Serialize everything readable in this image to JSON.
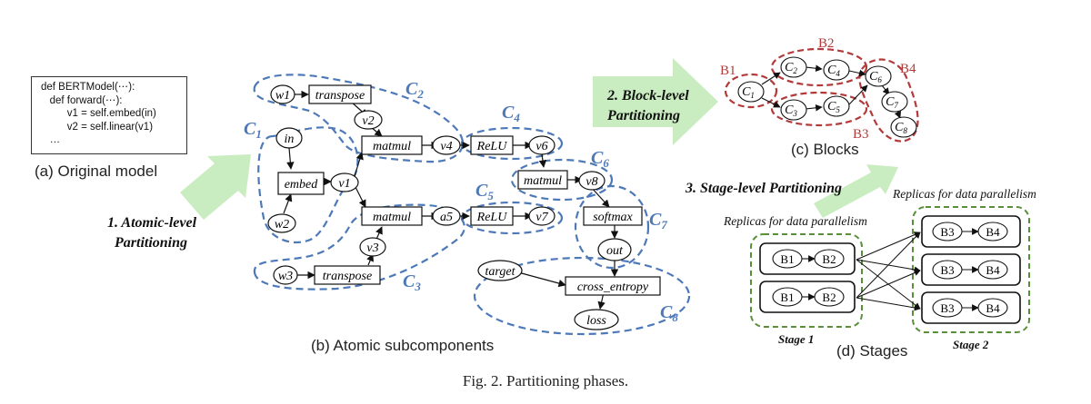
{
  "code": {
    "lines": [
      "def BERTModel(⋯):",
      "   def forward(⋯):",
      "         v1 = self.embed(in)",
      "         v2 = self.linear(v1)",
      "   …"
    ]
  },
  "labels": {
    "a": "(a) Original model",
    "b": "(b) Atomic subcomponents",
    "c": "(c) Blocks",
    "d": "(d) Stages"
  },
  "phases": {
    "p1_line1": "1. Atomic-level",
    "p1_line2": "Partitioning",
    "p2_line1": "2. Block-level",
    "p2_line2": "Partitioning",
    "p3": "3. Stage-level Partitioning"
  },
  "atomic": {
    "in": "in",
    "embed": "embed",
    "v1": "v1",
    "w2": "w2",
    "w1": "w1",
    "transpose1": "transpose",
    "v2": "v2",
    "matmul1": "matmul",
    "v4": "v4",
    "relu1": "ReLU",
    "v6": "v6",
    "matmul2": "matmul",
    "v8": "v8",
    "matmul3": "matmul",
    "a5": "a5",
    "relu2": "ReLU",
    "v7": "v7",
    "v3": "v3",
    "w3": "w3",
    "transpose2": "transpose",
    "softmax": "softmax",
    "out": "out",
    "target": "target",
    "cross_entropy": "cross_entropy",
    "loss": "loss"
  },
  "clusters": {
    "c1": "C",
    "c1_sub": "1",
    "c2": "C",
    "c2_sub": "2",
    "c3": "C",
    "c3_sub": "3",
    "c4": "C",
    "c4_sub": "4",
    "c5": "C",
    "c5_sub": "5",
    "c6": "C",
    "c6_sub": "6",
    "c7": "C",
    "c7_sub": "7",
    "c8": "C",
    "c8_sub": "8"
  },
  "blocks": {
    "b1": "B1",
    "b2": "B2",
    "b3": "B3",
    "b4": "B4",
    "nodes": {
      "c1": "C",
      "c1s": "1",
      "c2": "C",
      "c2s": "2",
      "c3": "C",
      "c3s": "3",
      "c4": "C",
      "c4s": "4",
      "c5": "C",
      "c5s": "5",
      "c6": "C",
      "c6s": "6",
      "c7": "C",
      "c7s": "7",
      "c8": "C",
      "c8s": "8"
    }
  },
  "stages": {
    "replicas1": "Replicas for  data parallelism",
    "replicas2": "Replicas for  data parallelism",
    "stage1": "Stage 1",
    "stage2": "Stage 2",
    "s1_r1_a": "B1",
    "s1_r1_b": "B2",
    "s1_r2_a": "B1",
    "s1_r2_b": "B2",
    "s2_r1_a": "B3",
    "s2_r1_b": "B4",
    "s2_r2_a": "B3",
    "s2_r2_b": "B4",
    "s2_r3_a": "B3",
    "s2_r3_b": "B4"
  },
  "caption": "Fig. 2.   Partitioning phases.",
  "colors": {
    "cluster": "#4e79b8",
    "block": "#b33a3a",
    "stage": "#5a8f3a",
    "arrow": "#c9ecc0"
  }
}
